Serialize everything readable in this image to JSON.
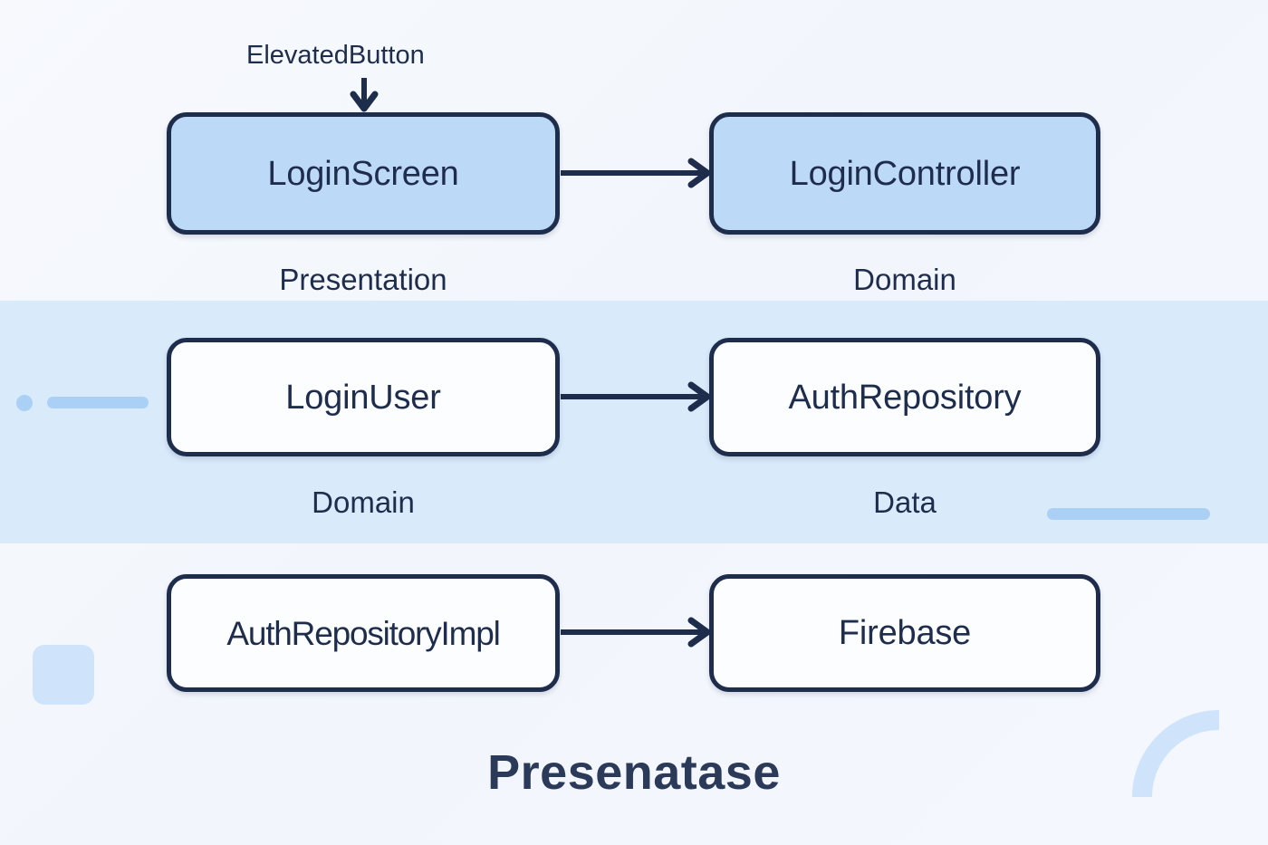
{
  "diagram": {
    "bottom_title": "Presenatase",
    "annotation": {
      "text": "ElevatedButton",
      "target": "LoginScreen"
    },
    "colors": {
      "background": "#f4f7fd",
      "band": "#d9eafb",
      "node_border": "#1f2d4d",
      "node_fill_highlight": "#bcd9f7",
      "node_fill_plain": "#fcfdff",
      "text": "#1f2d4d",
      "decoration": "#abd0f6",
      "decoration_soft": "#cfe4fb"
    },
    "rows": [
      {
        "id": "row-presentation",
        "band_highlight": false,
        "nodes": [
          {
            "id": "login-screen",
            "label": "LoginScreen",
            "caption": "Presentation",
            "fill": "highlight"
          },
          {
            "id": "login-controller",
            "label": "LoginController",
            "caption": "Domain",
            "fill": "highlight"
          }
        ],
        "connector": {
          "from": "login-screen",
          "to": "login-controller",
          "kind": "arrow-right"
        }
      },
      {
        "id": "row-domain",
        "band_highlight": true,
        "nodes": [
          {
            "id": "login-user",
            "label": "LoginUser",
            "caption": "Domain",
            "fill": "plain"
          },
          {
            "id": "auth-repository",
            "label": "AuthRepository",
            "caption": "Data",
            "fill": "plain"
          }
        ],
        "connector": {
          "from": "login-user",
          "to": "auth-repository",
          "kind": "arrow-right"
        }
      },
      {
        "id": "row-data",
        "band_highlight": false,
        "nodes": [
          {
            "id": "auth-repository-impl",
            "label": "AuthRepositoryImpl",
            "caption": "",
            "fill": "plain"
          },
          {
            "id": "firebase",
            "label": "Firebase",
            "caption": "",
            "fill": "plain"
          }
        ],
        "connector": {
          "from": "auth-repository-impl",
          "to": "firebase",
          "kind": "arrow-right"
        }
      }
    ],
    "decorations": [
      {
        "id": "left-dot",
        "shape": "dot"
      },
      {
        "id": "left-bar",
        "shape": "bar"
      },
      {
        "id": "right-bar",
        "shape": "bar"
      },
      {
        "id": "bottom-left-square",
        "shape": "rounded-square"
      },
      {
        "id": "bottom-right-arc",
        "shape": "quarter-arc"
      }
    ]
  }
}
